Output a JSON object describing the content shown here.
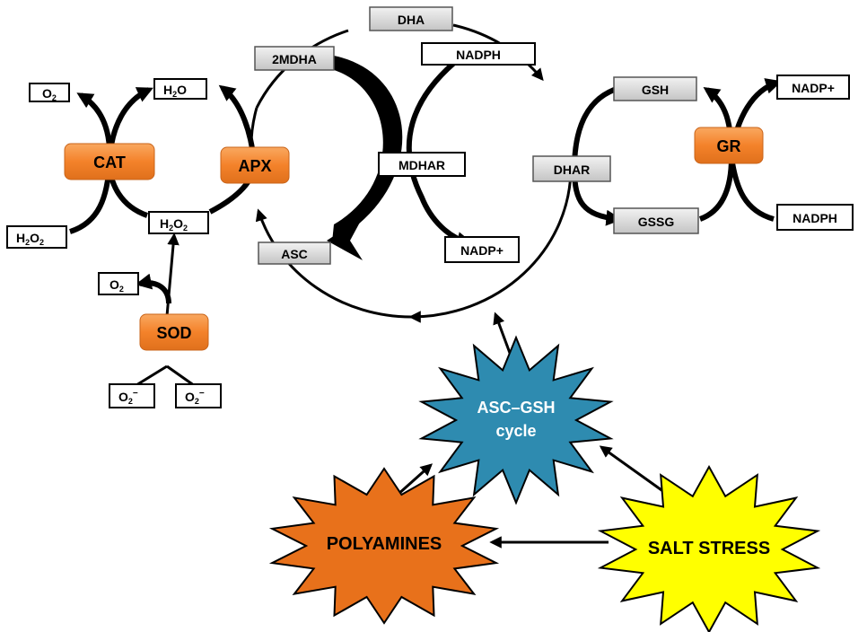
{
  "colors": {
    "enzyme_fill": "#f4822a",
    "gray_fill": "#d9d9d9",
    "salt_star": "#ffff00",
    "poly_star": "#e8711b",
    "cycle_star": "#2e8bb0"
  },
  "labels": {
    "o2_left": "O",
    "o2_left_sub": "2",
    "h2o": "H",
    "h2o_sub": "2",
    "h2o_tail": "O",
    "h2o2_left": "H",
    "h2o2_left_sub1": "2",
    "h2o2_left_mid": "O",
    "h2o2_left_sub2": "2",
    "h2o2_mid": "H",
    "h2o2_mid_sub1": "2",
    "h2o2_mid_mid": "O",
    "h2o2_mid_sub2": "2",
    "o2_sod": "O",
    "o2_sod_sub": "2",
    "superoxide_a": "O",
    "superoxide_a_sub": "2",
    "superoxide_a_sup": "−",
    "superoxide_b": "O",
    "superoxide_b_sub": "2",
    "superoxide_b_sup": "−",
    "two_mdha": "2MDHA",
    "dha": "DHA",
    "nadph_top": "NADPH",
    "mdhar": "MDHAR",
    "nadp_mid": "NADP+",
    "asc": "ASC",
    "gsh": "GSH",
    "dhar": "DHAR",
    "gssg": "GSSG",
    "nadp_right": "NADP+",
    "nadph_right": "NADPH"
  },
  "enzymes": {
    "cat": "CAT",
    "apx": "APX",
    "sod": "SOD",
    "gr": "GR"
  },
  "stars": {
    "cycle_line1": "ASC–GSH",
    "cycle_line2": "cycle",
    "polyamines": "POLYAMINES",
    "salt_stress": "SALT STRESS"
  }
}
